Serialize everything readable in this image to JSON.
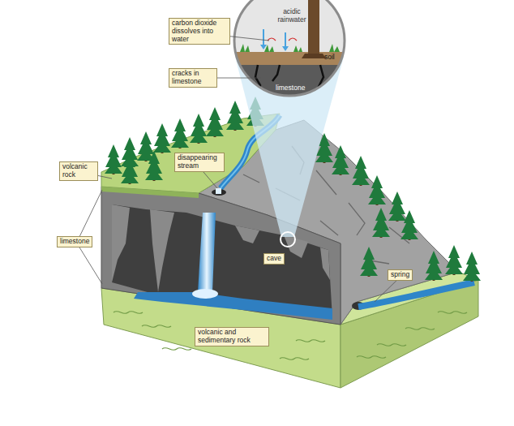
{
  "diagram": {
    "nodes": [
      {
        "text": [
          "carbon dioxide dissolves into water"
        ]
      },
      {
        "text": [
          "cracks in limestone"
        ]
      },
      {
        "text": [
          "volcanic rock"
        ]
      },
      {
        "text": [
          "disappearing stream"
        ]
      },
      {
        "text": [
          "limestone"
        ]
      },
      {
        "text": [
          "cave"
        ]
      },
      {
        "text": [
          "spring"
        ]
      },
      {
        "text": [
          "volcanic and sedimentary rock"
        ]
      }
    ],
    "labels": [
      "acidic rainwater",
      "soil",
      "limestone"
    ]
  }
}
